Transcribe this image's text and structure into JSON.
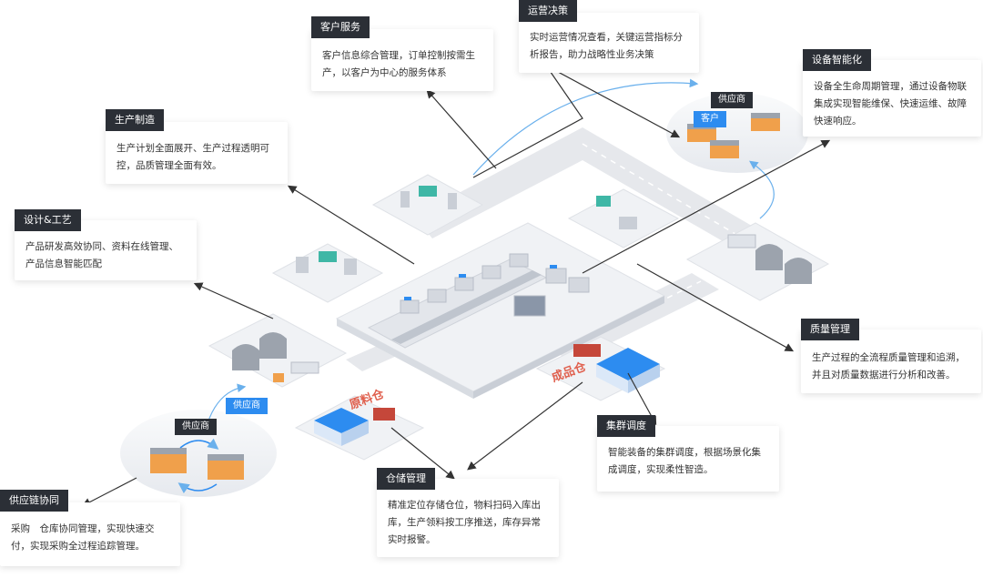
{
  "cards": {
    "customer_service": {
      "title": "客户服务",
      "body": "客户信息综合管理，订单控制按需生产，以客户为中心的服务体系"
    },
    "operation_decision": {
      "title": "运营决策",
      "body": "实时运营情况查看，关键运营指标分析报告，助力战略性业务决策"
    },
    "device_intelligence": {
      "title": "设备智能化",
      "body": "设备全生命周期管理，通过设备物联集成实现智能维保、快速运维、故障快速响应。"
    },
    "production": {
      "title": "生产制造",
      "body": "生产计划全面展开、生产过程透明可控，品质管理全面有效。"
    },
    "design": {
      "title": "设计&工艺",
      "body": "产品研发高效协同、资料在线管理、产品信息智能匹配"
    },
    "quality": {
      "title": "质量管理",
      "body": "生产过程的全流程质量管理和追溯，并且对质量数据进行分析和改善。"
    },
    "cluster": {
      "title": "集群调度",
      "body": "智能装备的集群调度，根据场景化集成调度，实现柔性智造。"
    },
    "warehouse": {
      "title": "仓储管理",
      "body": "精准定位存储仓位，物料扫码入库出库，生产领料按工序推送，库存异常实时报警。"
    },
    "supply_chain": {
      "title": "供应链协同",
      "body": "采购　仓库协同管理，实现快速交付，实现采购全过程追踪管理。"
    }
  },
  "tags": {
    "supplier_top": "供应商",
    "customer_top": "客户",
    "supplier_mid": "供应商",
    "supplier_bottom": "供应商"
  },
  "warehouse_labels": {
    "raw": "原料仓",
    "finished": "成品仓"
  },
  "colors": {
    "dark_label": "#2b2f36",
    "blue_tag": "#2d8cf0",
    "warehouse_text": "#e0604e",
    "platform": "#f1f3f6",
    "road": "#e4e6ea",
    "arc": "#6ab0ec"
  }
}
